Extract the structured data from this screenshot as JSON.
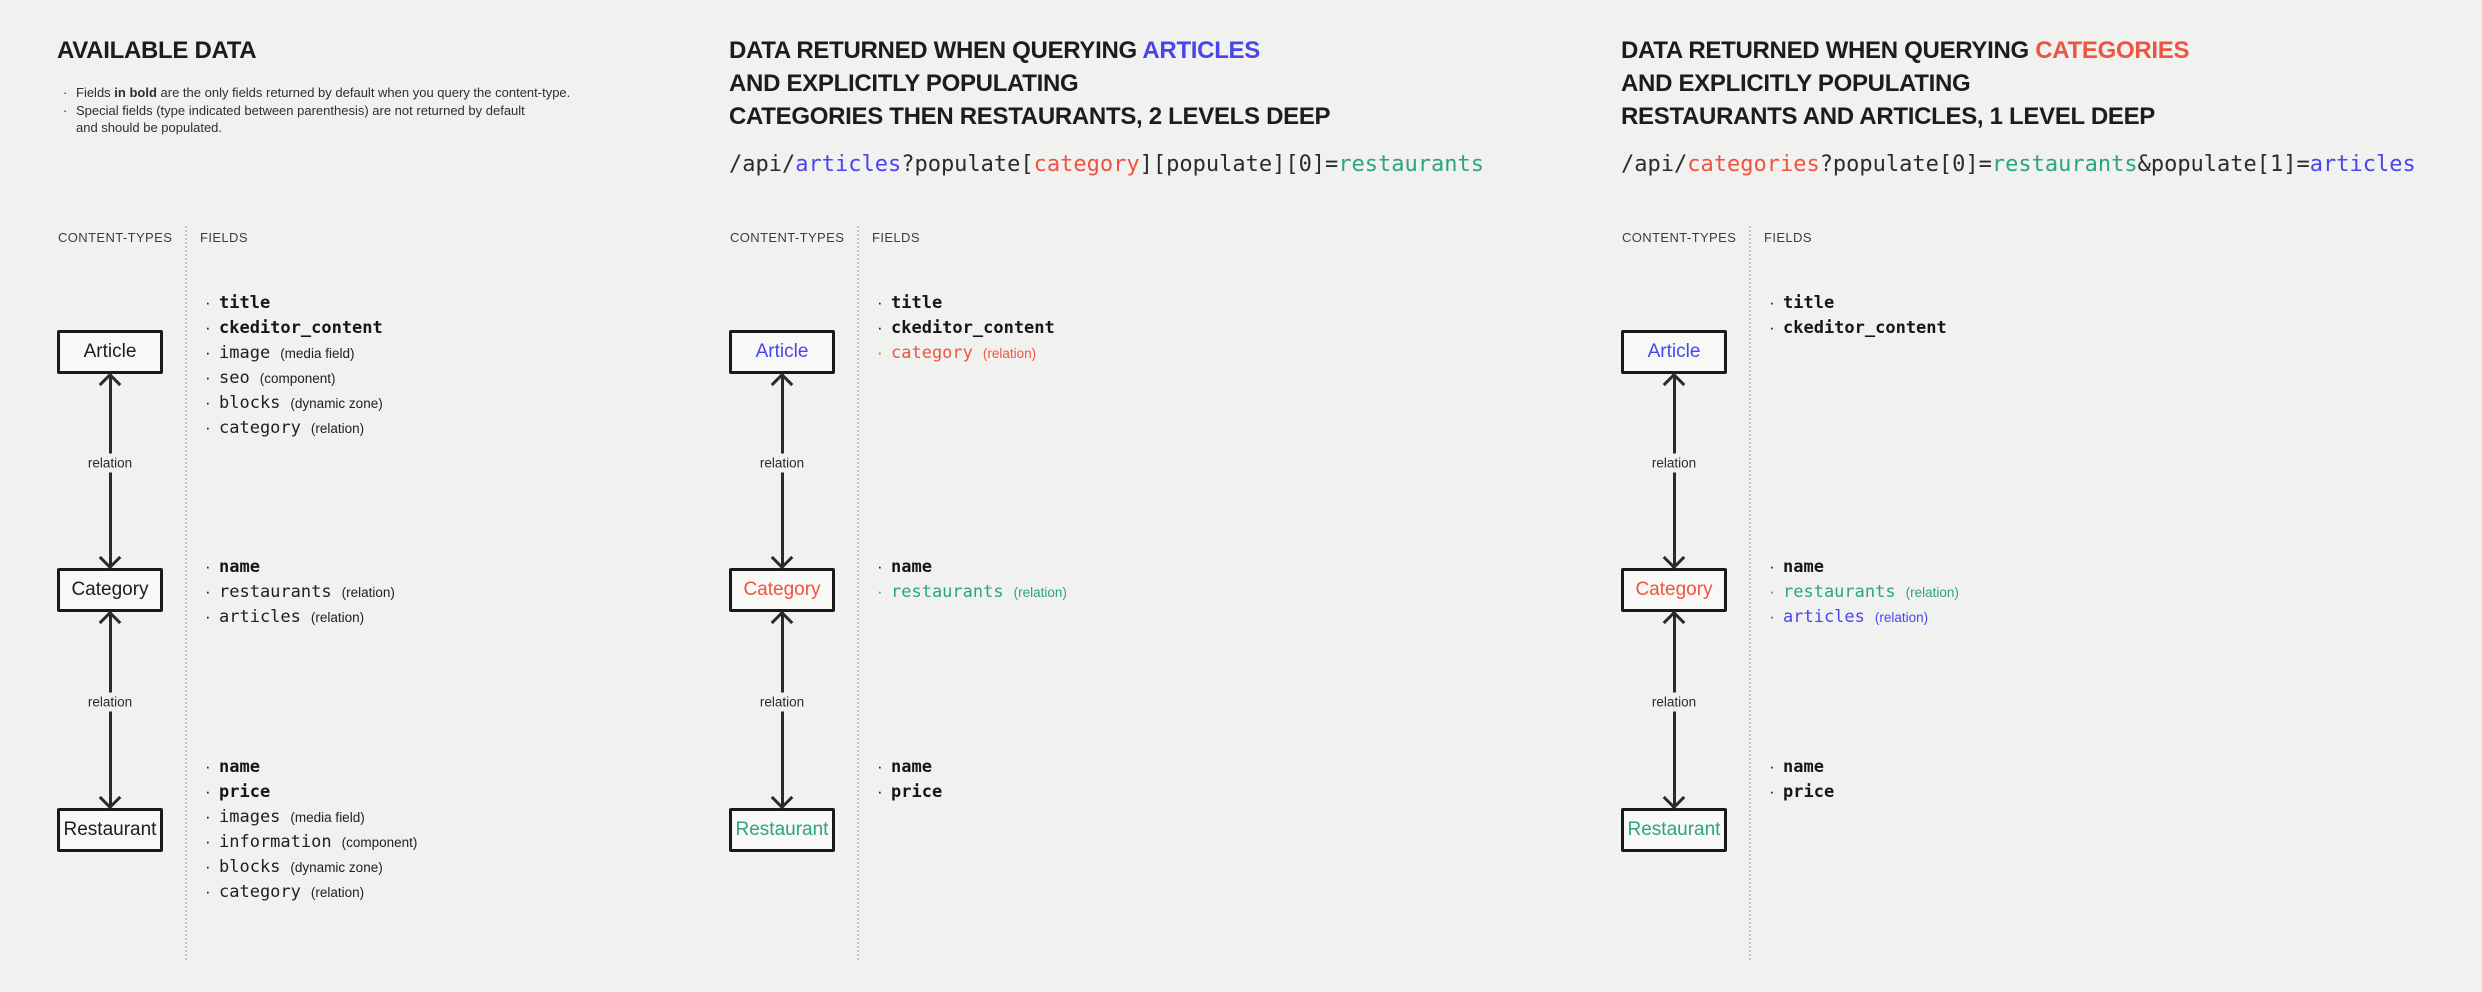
{
  "shared": {
    "bullet": "·",
    "content_types_label": "CONTENT-TYPES",
    "fields_label": "FIELDS",
    "relation_label": "relation",
    "boxes": {
      "article": "Article",
      "category": "Category",
      "restaurant": "Restaurant"
    },
    "colors": {
      "blue": "#4845ef",
      "red": "#ee5442",
      "teal": "#2ca57d",
      "background": "#f1f1ef",
      "text": "#1c1c1c"
    }
  },
  "available": {
    "title": "AVAILABLE DATA",
    "notes": {
      "n1_pre": "Fields ",
      "n1_bold": "in bold",
      "n1_post": " are the only fields returned by default when you query the content-type.",
      "n2_line1": "Special fields (type indicated between parenthesis) are not returned by default",
      "n2_line2": "and should be populated."
    },
    "fields": {
      "article": [
        {
          "name": "title"
        },
        {
          "name": "ckeditor_content"
        },
        {
          "name": "image",
          "type": "(media field)"
        },
        {
          "name": "seo",
          "type": "(component)"
        },
        {
          "name": "blocks",
          "type": "(dynamic zone)"
        },
        {
          "name": "category",
          "type": "(relation)"
        }
      ],
      "category": [
        {
          "name": "name"
        },
        {
          "name": "restaurants",
          "type": "(relation)"
        },
        {
          "name": "articles",
          "type": "(relation)"
        }
      ],
      "restaurant": [
        {
          "name": "name"
        },
        {
          "name": "price"
        },
        {
          "name": "images",
          "type": "(media field)"
        },
        {
          "name": "information",
          "type": "(component)"
        },
        {
          "name": "blocks",
          "type": "(dynamic zone)"
        },
        {
          "name": "category",
          "type": "(relation)"
        }
      ]
    }
  },
  "articles_query": {
    "title": {
      "prefix": "DATA RETURNED WHEN QUERYING ",
      "highlight": "ARTICLES",
      "line2": "AND EXPLICITLY POPULATING",
      "line3": "CATEGORIES THEN RESTAURANTS, 2 LEVELS DEEP"
    },
    "url": {
      "s1": "/api/",
      "s2": "articles",
      "s3": "?populate[",
      "s4": "category",
      "s5": "][populate][0]=",
      "s6": "restaurants"
    },
    "fields": {
      "article": [
        {
          "name": "title"
        },
        {
          "name": "ckeditor_content"
        },
        {
          "name": "category",
          "type": "(relation)"
        }
      ],
      "category": [
        {
          "name": "name"
        },
        {
          "name": "restaurants",
          "type": "(relation)"
        }
      ],
      "restaurant": [
        {
          "name": "name"
        },
        {
          "name": "price"
        }
      ]
    }
  },
  "categories_query": {
    "title": {
      "prefix": "DATA RETURNED WHEN QUERYING ",
      "highlight": "CATEGORIES",
      "line2": "AND EXPLICITLY POPULATING",
      "line3": "RESTAURANTS AND ARTICLES, 1 LEVEL DEEP"
    },
    "url": {
      "s1": "/api/",
      "s2": "categories",
      "s3": "?populate[0]=",
      "s4": "restaurants",
      "s5": "&populate[1]=",
      "s6": "articles"
    },
    "fields": {
      "article": [
        {
          "name": "title"
        },
        {
          "name": "ckeditor_content"
        }
      ],
      "category": [
        {
          "name": "name"
        },
        {
          "name": "restaurants",
          "type": "(relation)"
        },
        {
          "name": "articles",
          "type": "(relation)"
        }
      ],
      "restaurant": [
        {
          "name": "name"
        },
        {
          "name": "price"
        }
      ]
    }
  }
}
